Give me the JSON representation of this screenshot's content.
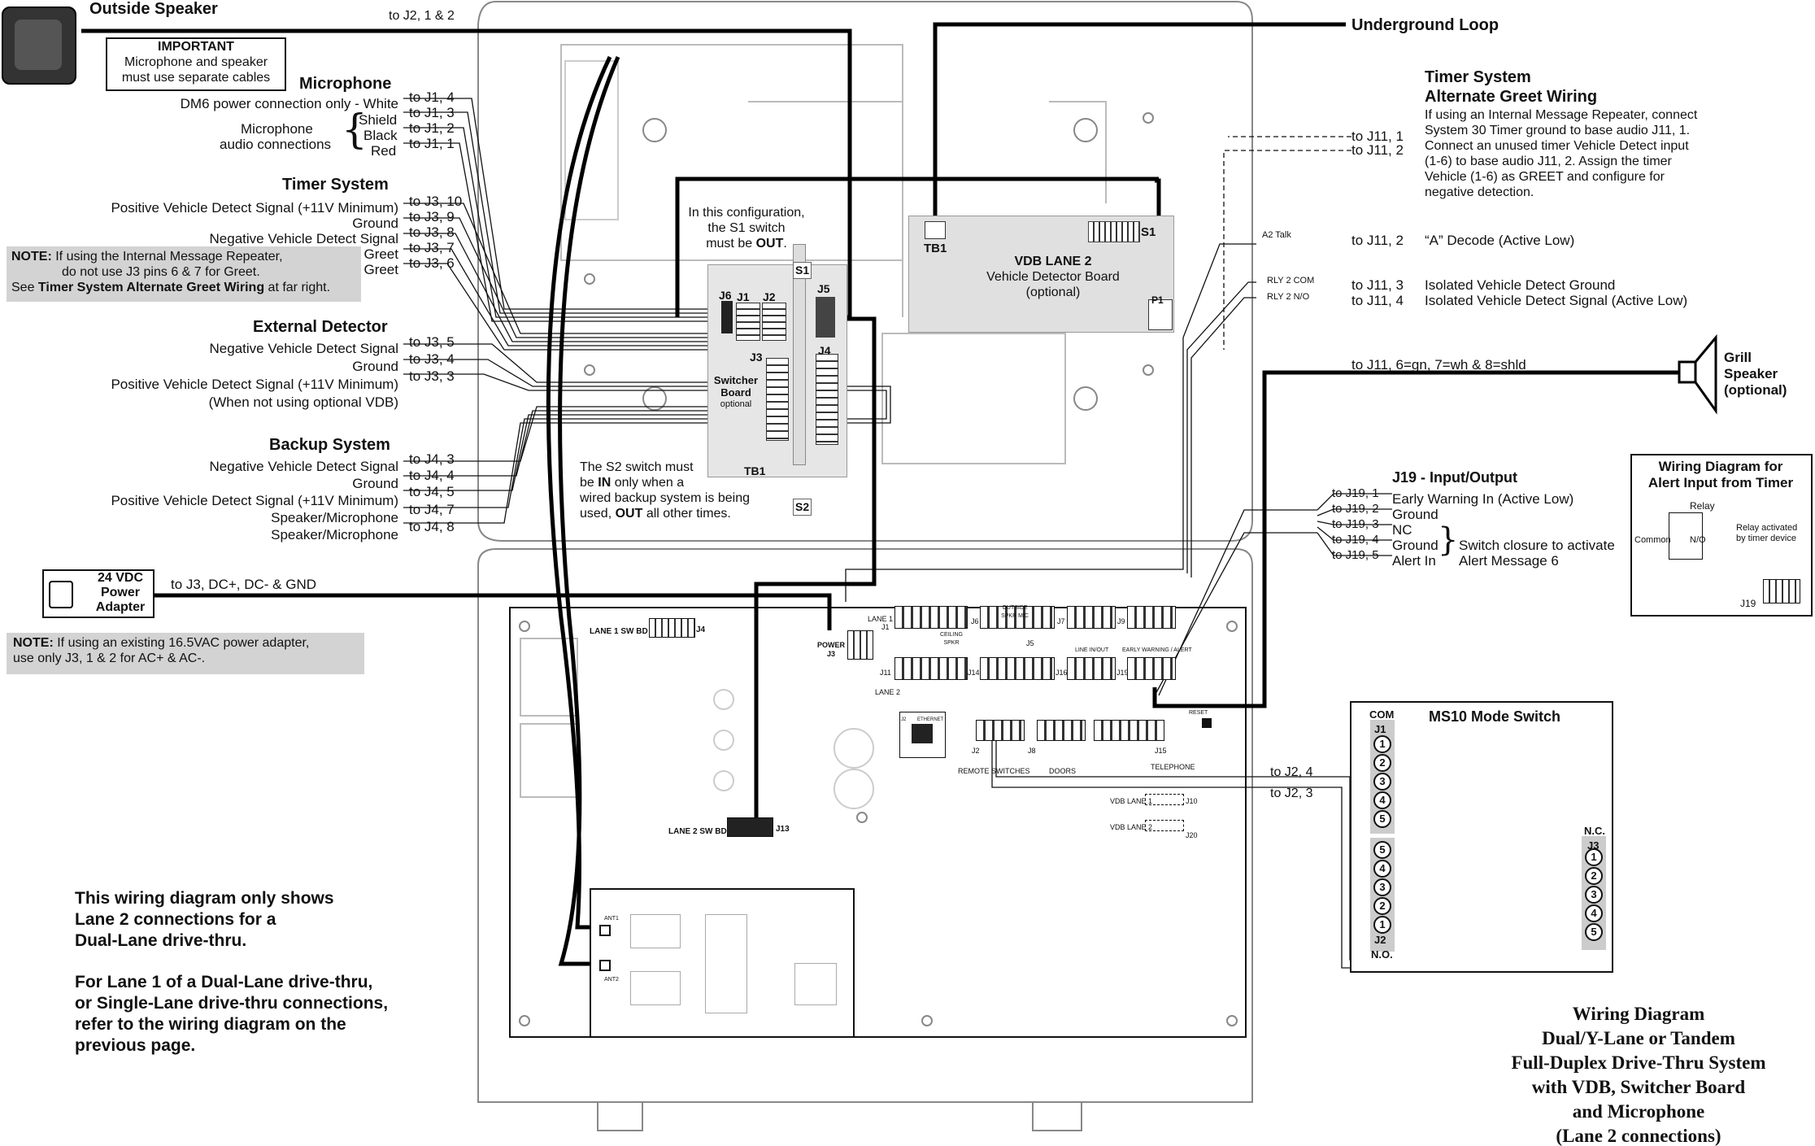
{
  "outside_speaker": {
    "title": "Outside Speaker",
    "wire": "to J2,  1 & 2"
  },
  "important": {
    "heading": "IMPORTANT",
    "line1": "Microphone and speaker",
    "line2": "must use separate cables"
  },
  "microphone": {
    "heading": "Microphone",
    "dm6": "DM6 power connection only - White",
    "audio1": "Microphone",
    "audio2": "audio connections",
    "shield": "Shield",
    "black": "Black",
    "red": "Red",
    "pins": [
      "to J1,  4",
      "to J1,  3",
      "to J1,  2",
      "to J1,  1"
    ]
  },
  "timer_system": {
    "heading": "Timer System",
    "labels": [
      "Positive Vehicle Detect Signal (+11V Minimum)",
      "Ground",
      "Negative Vehicle Detect Signal",
      "Greet",
      "Greet"
    ],
    "pins": [
      "to J3, 10",
      "to J3,  9",
      "to J3,  8",
      "to J3,  7",
      "to J3,  6"
    ],
    "note": {
      "label": "NOTE:",
      "line1": "If using the Internal Message Repeater,",
      "line2": "do not use J3 pins 6 & 7 for Greet.",
      "line3_pre": "See ",
      "line3_bold": "Timer System Alternate Greet Wiring",
      "line3_post": " at far right."
    }
  },
  "external_detector": {
    "heading": "External Detector",
    "labels": [
      "Negative Vehicle Detect Signal",
      "Ground",
      "Positive Vehicle Detect Signal (+11V Minimum)",
      "(When not using optional VDB)"
    ],
    "pins": [
      "to J3,  5",
      "to J3,  4",
      "to J3,  3"
    ]
  },
  "backup_system": {
    "heading": "Backup System",
    "labels": [
      "Negative Vehicle Detect Signal",
      "Ground",
      "Positive Vehicle Detect Signal (+11V Minimum)",
      "Speaker/Microphone",
      "Speaker/Microphone"
    ],
    "pins": [
      "to J4,  3",
      "to J4,  4",
      "to J4,  5",
      "to J4,  7",
      "to J4,  8"
    ]
  },
  "power_adapter": {
    "line1": "24 VDC",
    "line2": "Power",
    "line3": "Adapter",
    "wire": "to J3, DC+, DC- & GND"
  },
  "power_note": {
    "label": "NOTE:",
    "line1": "If using an existing 16.5VAC power adapter,",
    "line2": "use only J3, 1 & 2 for AC+ & AC-."
  },
  "bottom_left": {
    "p1": [
      "This wiring diagram only shows",
      "Lane 2 connections for a",
      "Dual-Lane drive-thru."
    ],
    "p2": [
      "For Lane 1 of a Dual-Lane drive-thru,",
      "or Single-Lane drive-thru connections,",
      "refer to the wiring diagram on the",
      "previous page."
    ]
  },
  "s1_note": {
    "line1": "In this configuration,",
    "line2": "the S1 switch",
    "line3_pre": "must be ",
    "line3_bold": "OUT",
    "line3_post": "."
  },
  "s2_note": {
    "line1": "The S2 switch must",
    "line2_pre": "be ",
    "line2_bold": "IN",
    "line2_post": " only when a",
    "line3": "wired backup system is being",
    "line4_pre": "used, ",
    "line4_bold": "OUT",
    "line4_post": " all other times."
  },
  "switcher_board": {
    "j6": "J6",
    "j1": "J1",
    "j2": "J2",
    "j5": "J5",
    "j3": "J3",
    "j4": "J4",
    "s1": "S1",
    "s2": "S2",
    "tb1": "TB1",
    "line1": "Switcher",
    "line2": "Board",
    "line3": "optional"
  },
  "vdb": {
    "tb1": "TB1",
    "s1": "S1",
    "p1": "P1",
    "title": "VDB LANE 2",
    "line2": "Vehicle Detector Board",
    "line3": "(optional)",
    "a2talk": "A2 Talk",
    "rly2com": "RLY 2 COM",
    "rly2no": "RLY 2 N/O"
  },
  "underground_loop": "Underground Loop",
  "timer_alt": {
    "heading1": "Timer System",
    "heading2": "Alternate Greet Wiring",
    "lines": [
      "If using an Internal Message Repeater, connect",
      "System 30 Timer ground to base audio J11, 1.",
      "Connect an unused timer Vehicle Detect input",
      "(1-6) to base audio J11, 2.  Assign the timer",
      "Vehicle (1-6) as GREET and configure for",
      "negative detection."
    ],
    "pins": [
      "to J11,  1",
      "to J11,  2"
    ]
  },
  "j11": {
    "pins": [
      "to J11,  2",
      "to J11,  3",
      "to J11,  4"
    ],
    "labels": [
      "“A” Decode (Active Low)",
      "Isolated Vehicle Detect Ground",
      "Isolated Vehicle Detect Signal (Active Low)"
    ],
    "grill_wire": "to J11, 6=gn, 7=wh & 8=shld"
  },
  "grill": {
    "line1": "Grill",
    "line2": "Speaker",
    "line3": "(optional)"
  },
  "alert_diagram": {
    "title1": "Wiring Diagram for",
    "title2": "Alert Input from Timer",
    "relay": "Relay",
    "common": "Common",
    "no": "N/O",
    "activated1": "Relay activated",
    "activated2": "by timer device",
    "j19": "J19"
  },
  "j19": {
    "heading": "J19 - Input/Output",
    "pins": [
      "to J19,  1",
      "to J19,  2",
      "to J19,  3",
      "to J19,  4",
      "to J19,  5"
    ],
    "labels": [
      "Early Warning In (Active Low)",
      "Ground",
      "NC",
      "Ground",
      "Alert In"
    ],
    "closure1": "Switch closure to activate",
    "closure2": "Alert Message 6"
  },
  "main_board": {
    "lane1_sw_bd": "LANE 1 SW BD",
    "j4": "J4",
    "lane2_sw_bd": "LANE 2 SW BD",
    "j13": "J13",
    "power": "POWER",
    "j3": "J3",
    "lane1": "LANE 1",
    "j1": "J1",
    "lane2": "LANE 2",
    "j11": "J11",
    "ceiling": "CEILING SPKR",
    "outside": "OUTSIDE SPKR MIC",
    "j6": "J6",
    "j5": "J5",
    "j7": "J7",
    "j9": "J9",
    "line_inout": "LINE IN/OUT",
    "early_alert": "EARLY WARNING / ALERT",
    "j14": "J14",
    "j16": "J16",
    "j19": "J19",
    "ethernet": "ETHERNET",
    "j2": "J2",
    "j8": "J8",
    "j15": "J15",
    "reset": "RESET",
    "remote": "REMOTE SWITCHES",
    "doors": "DOORS",
    "telephone": "TELEPHONE",
    "vdb1": "VDB LANE 1",
    "j10": "J10",
    "vdb2": "VDB LANE 2",
    "j20": "J20",
    "ant1": "ANT1",
    "ant2": "ANT2"
  },
  "ms10": {
    "title": "MS10 Mode Switch",
    "com": "COM",
    "j1": "J1",
    "j2": "J2",
    "j3": "J3",
    "no": "N.O.",
    "nc": "N.C.",
    "j1_nums": [
      "1",
      "2",
      "3",
      "4",
      "5"
    ],
    "j2_nums": [
      "5",
      "4",
      "3",
      "2",
      "1"
    ],
    "j3_nums": [
      "1",
      "2",
      "3",
      "4",
      "5"
    ],
    "wires": [
      "to J2, 4",
      "to J2, 3"
    ]
  },
  "title_block": [
    "Wiring Diagram",
    "Dual/Y-Lane or Tandem",
    "Full-Duplex Drive-Thru System",
    "with VDB, Switcher Board",
    "and Microphone",
    "(Lane 2 connections)"
  ]
}
